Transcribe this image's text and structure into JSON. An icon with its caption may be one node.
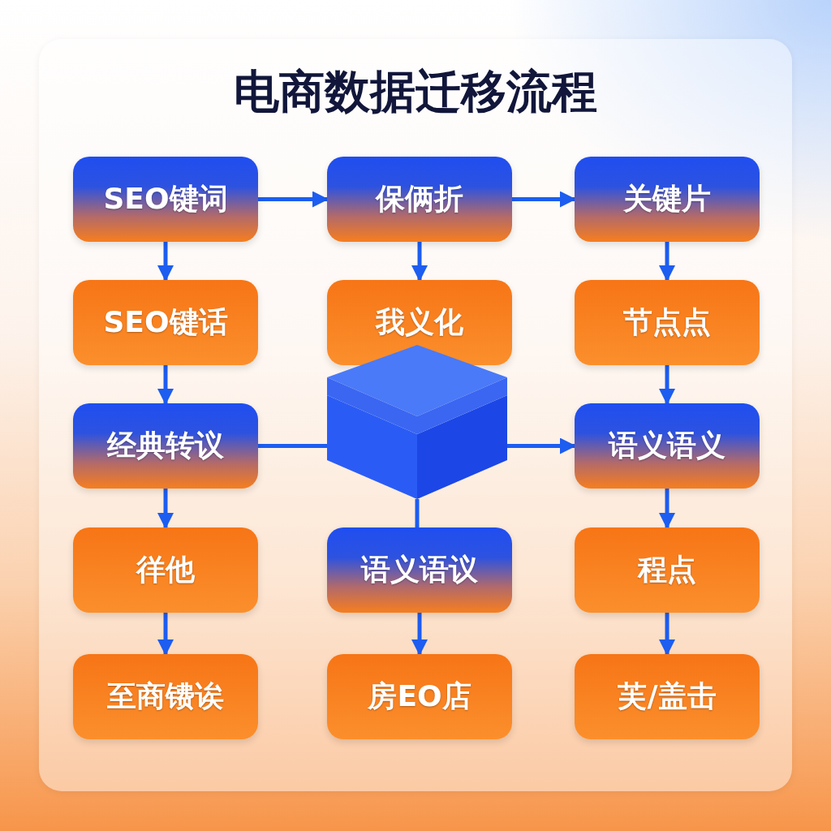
{
  "diagram": {
    "title": "电商数据迁移流程",
    "nodes": [
      {
        "text": [
          "SEO键词"
        ]
      },
      {
        "text": [
          "保俩折"
        ]
      },
      {
        "text": [
          "关键片"
        ]
      },
      {
        "text": [
          "SEO键话"
        ]
      },
      {
        "text": [
          "我义化"
        ]
      },
      {
        "text": [
          "节点点"
        ]
      },
      {
        "text": [
          "经典转议"
        ]
      },
      {
        "text": [],
        "shape": "cube"
      },
      {
        "text": [
          "语义语义"
        ]
      },
      {
        "text": [
          "徉他"
        ]
      },
      {
        "text": [
          "语义语议"
        ]
      },
      {
        "text": [
          "程点"
        ]
      },
      {
        "text": [
          "至商镄诶"
        ]
      },
      {
        "text": [
          "房EO店"
        ]
      },
      {
        "text": [
          "芙/盖击"
        ]
      }
    ],
    "edges": [
      {
        "from": 0,
        "to": 1,
        "arrow": "to"
      },
      {
        "from": 1,
        "to": 2,
        "arrow": "to"
      },
      {
        "from": 0,
        "to": 3,
        "arrow": "to"
      },
      {
        "from": 1,
        "to": 4,
        "arrow": "to"
      },
      {
        "from": 2,
        "to": 5,
        "arrow": "to"
      },
      {
        "from": 3,
        "to": 6,
        "arrow": "to"
      },
      {
        "from": 5,
        "to": 8,
        "arrow": "to"
      },
      {
        "from": 6,
        "to": 7,
        "arrow": "none"
      },
      {
        "from": 7,
        "to": 8,
        "arrow": "to"
      },
      {
        "from": 7,
        "to": 10,
        "arrow": "none"
      },
      {
        "from": 6,
        "to": 9,
        "arrow": "to"
      },
      {
        "from": 8,
        "to": 11,
        "arrow": "to"
      },
      {
        "from": 9,
        "to": 12,
        "arrow": "to"
      },
      {
        "from": 10,
        "to": 13,
        "arrow": "to"
      },
      {
        "from": 11,
        "to": 14,
        "arrow": "to"
      }
    ]
  }
}
